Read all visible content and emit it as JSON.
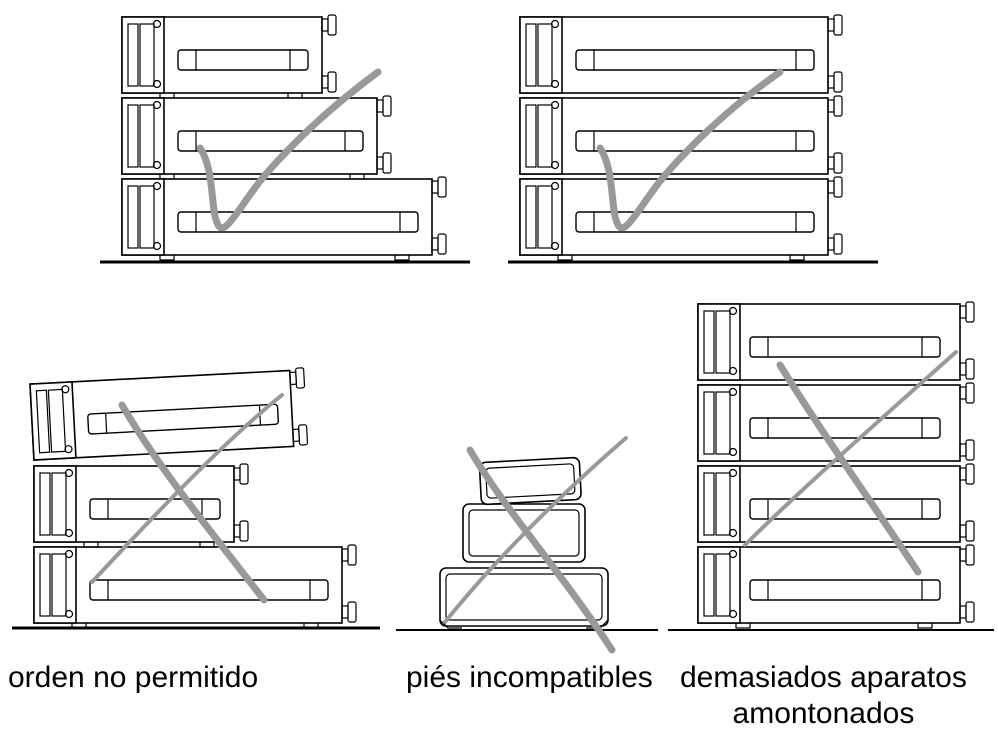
{
  "captions": {
    "wrong_order": "orden no permitido",
    "incompatible_feet": "piés incompatibles",
    "too_many_line1": "demasiados aparatos",
    "too_many_line2": "amontonados"
  },
  "colors": {
    "line": "#000000",
    "mark": "#999999",
    "background": "#ffffff"
  },
  "panels": [
    {
      "id": "correct-size-order",
      "verdict": "allowed",
      "mark": "check-mark-icon",
      "units": 3
    },
    {
      "id": "correct-equal-size",
      "verdict": "allowed",
      "mark": "check-mark-icon",
      "units": 3
    },
    {
      "id": "wrong-order",
      "verdict": "not-allowed",
      "mark": "cross-mark-icon",
      "units": 3
    },
    {
      "id": "incompatible-feet",
      "verdict": "not-allowed",
      "mark": "cross-mark-icon",
      "units": 3
    },
    {
      "id": "too-many-units",
      "verdict": "not-allowed",
      "mark": "cross-mark-icon",
      "units": 4
    }
  ]
}
